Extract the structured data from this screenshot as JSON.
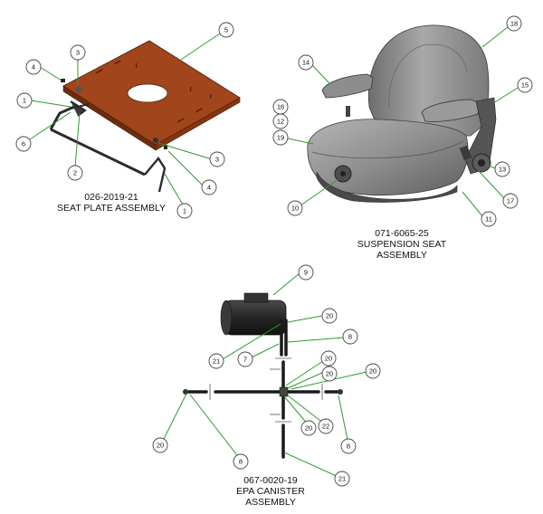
{
  "assemblies": {
    "seat_plate": {
      "part_number": "026-2019-21",
      "name": "SEAT PLATE ASSEMBLY"
    },
    "suspension_seat": {
      "part_number": "071-6065-25",
      "name_line1": "SUSPENSION SEAT",
      "name_line2": "ASSEMBLY"
    },
    "epa_canister": {
      "part_number": "067-0020-19",
      "name_line1": "EPA CANISTER",
      "name_line2": "ASSEMBLY"
    }
  },
  "callouts": {
    "c5": "5",
    "c4a": "4",
    "c3a": "3",
    "c1a": "1",
    "c6": "6",
    "c2": "2",
    "c3b": "3",
    "c4b": "4",
    "c1b": "1",
    "c18": "18",
    "c14": "14",
    "c15": "15",
    "c16": "16",
    "c12": "12",
    "c19": "19",
    "c13": "13",
    "c17": "17",
    "c11": "11",
    "c10": "10",
    "c9": "9",
    "c20a": "20",
    "c8a": "8",
    "c21a": "21",
    "c7": "7",
    "c20b": "20",
    "c20c": "20",
    "c20d": "20",
    "c22": "22",
    "c8b": "8",
    "c20e": "20",
    "c8c": "8",
    "c21b": "21"
  },
  "colors": {
    "plate": "#a0451c",
    "plate_dark": "#6e2c0e",
    "seat": "#8a8a8a",
    "canister": "#2b2b2b",
    "leader": "#2e9b2e"
  }
}
